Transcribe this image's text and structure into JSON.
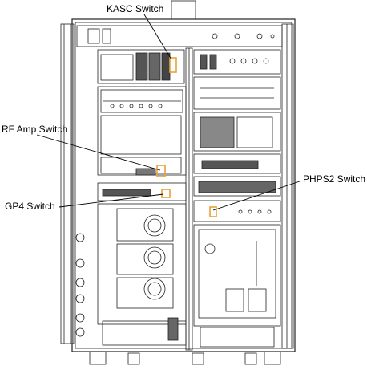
{
  "diagram": {
    "callouts": [
      {
        "id": "kasc",
        "label": "KASC Switch"
      },
      {
        "id": "rf",
        "label": "RF Amp Switch"
      },
      {
        "id": "gp4",
        "label": "GP4 Switch"
      },
      {
        "id": "phps2",
        "label": "PHPS2 Switch"
      }
    ],
    "colors": {
      "line": "#222222",
      "highlight": "#e8a23a",
      "panel": "#ffffff"
    }
  }
}
